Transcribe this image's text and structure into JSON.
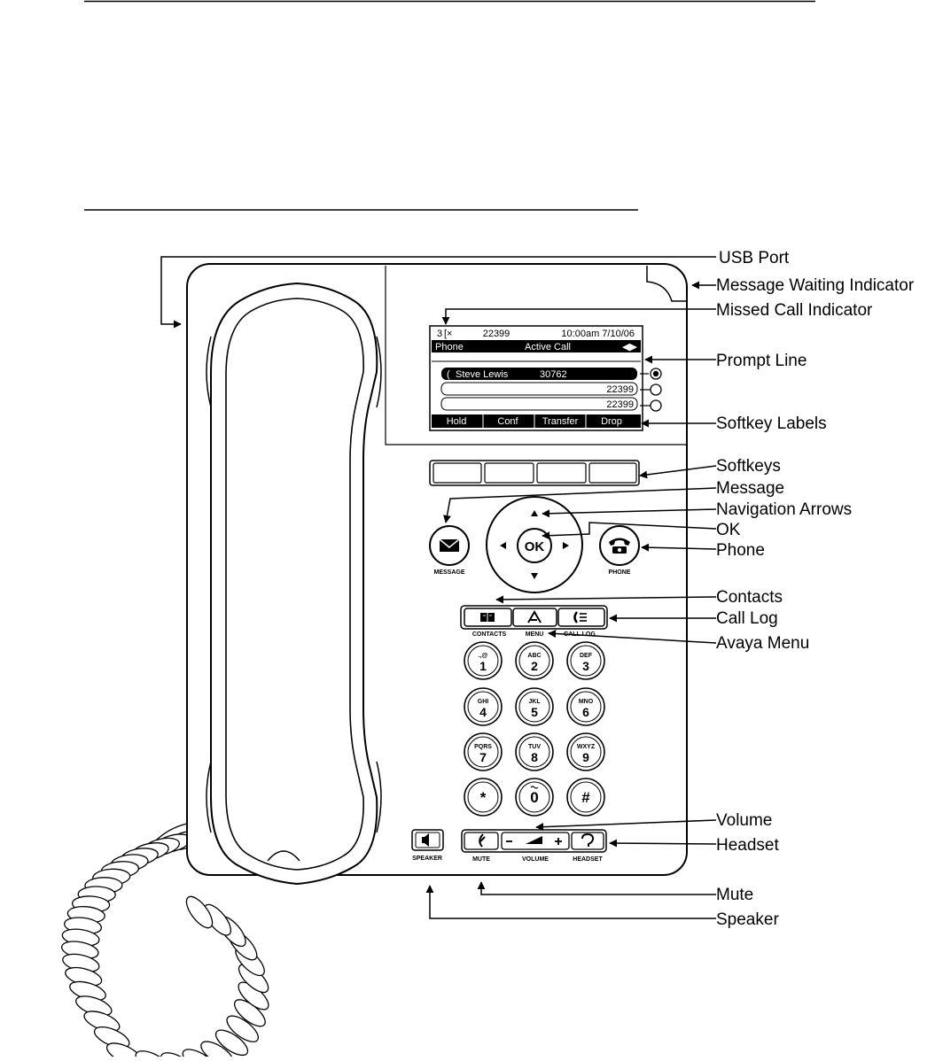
{
  "callouts": {
    "usb_port": "USB Port",
    "message_waiting_indicator": "Message Waiting Indicator",
    "missed_call_indicator": "Missed Call Indicator",
    "prompt_line": "Prompt Line",
    "softkey_labels": "Softkey Labels",
    "softkeys": "Softkeys",
    "message": "Message",
    "navigation_arrows": "Navigation Arrows",
    "ok": "OK",
    "phone": "Phone",
    "contacts": "Contacts",
    "call_log": "Call Log",
    "avaya_menu": "Avaya Menu",
    "volume": "Volume",
    "headset": "Headset",
    "mute": "Mute",
    "speaker": "Speaker"
  },
  "screen": {
    "missed_count": "3",
    "extension": "22399",
    "datetime": "10:00am 7/10/06",
    "prompt_left": "Phone",
    "prompt_center": "Active Call",
    "lines": [
      {
        "name": "Steve Lewis",
        "number": "30762"
      },
      {
        "number": "22399"
      },
      {
        "number": "22399"
      }
    ],
    "softkeys": [
      "Hold",
      "Conf",
      "Transfer",
      "Drop"
    ]
  },
  "buttons": {
    "message": "MESSAGE",
    "phone": "PHONE",
    "ok": "OK",
    "contacts": "CONTACTS",
    "menu": "MENU",
    "call_log": "CALL LOG",
    "speaker": "SPEAKER",
    "mute": "MUTE",
    "volume": "VOLUME",
    "headset": "HEADSET"
  },
  "keypad": [
    {
      "num": "1",
      "letters": ".,@"
    },
    {
      "num": "2",
      "letters": "ABC"
    },
    {
      "num": "3",
      "letters": "DEF"
    },
    {
      "num": "4",
      "letters": "GHI"
    },
    {
      "num": "5",
      "letters": "JKL"
    },
    {
      "num": "6",
      "letters": "MNO"
    },
    {
      "num": "7",
      "letters": "PQRS"
    },
    {
      "num": "8",
      "letters": "TUV"
    },
    {
      "num": "9",
      "letters": "WXYZ"
    },
    {
      "num": "*",
      "letters": ""
    },
    {
      "num": "0",
      "letters": ""
    },
    {
      "num": "#",
      "letters": ""
    }
  ]
}
